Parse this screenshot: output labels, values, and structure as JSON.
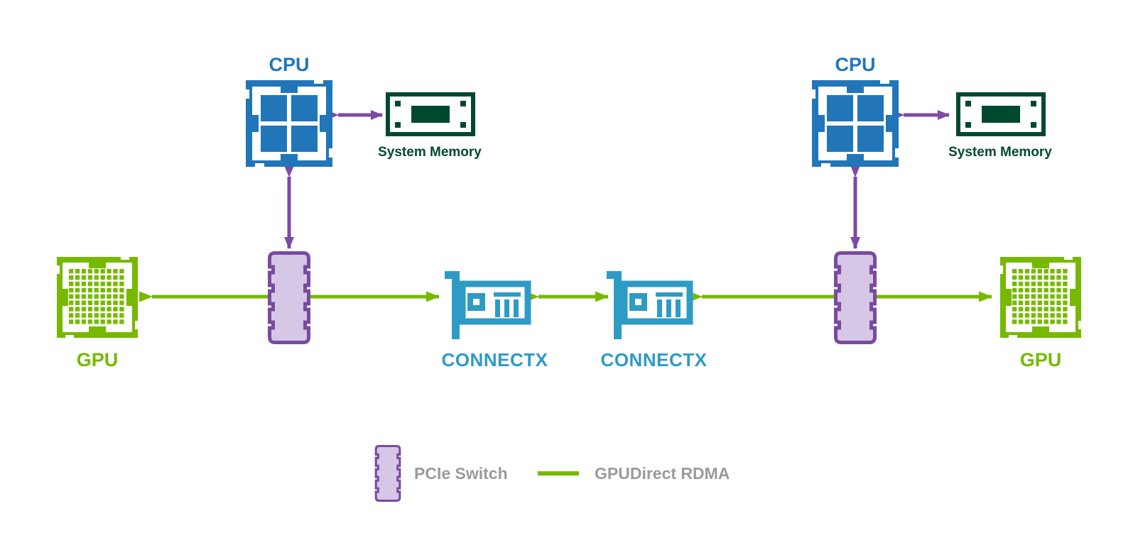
{
  "colors": {
    "cpu_blue": "#2076B9",
    "gpu_green": "#76B900",
    "nic_cyan": "#2E9BC5",
    "memory_green": "#00492F",
    "pcie_purple": "#7C4AA4",
    "pcie_border": "#7A4A9F",
    "pcie_fill": "#D5C7E5",
    "legend_gray": "#9B9B9B",
    "background": "#FFFFFF"
  },
  "left_host": {
    "cpu": "CPU",
    "memory": "System Memory",
    "gpu": "GPU",
    "nic": "CONNECTX"
  },
  "right_host": {
    "cpu": "CPU",
    "memory": "System Memory",
    "gpu": "GPU",
    "nic": "CONNECTX"
  },
  "legend": {
    "pcie_switch": "PCIe Switch",
    "gpudirect_rdma": "GPUDirect RDMA"
  }
}
